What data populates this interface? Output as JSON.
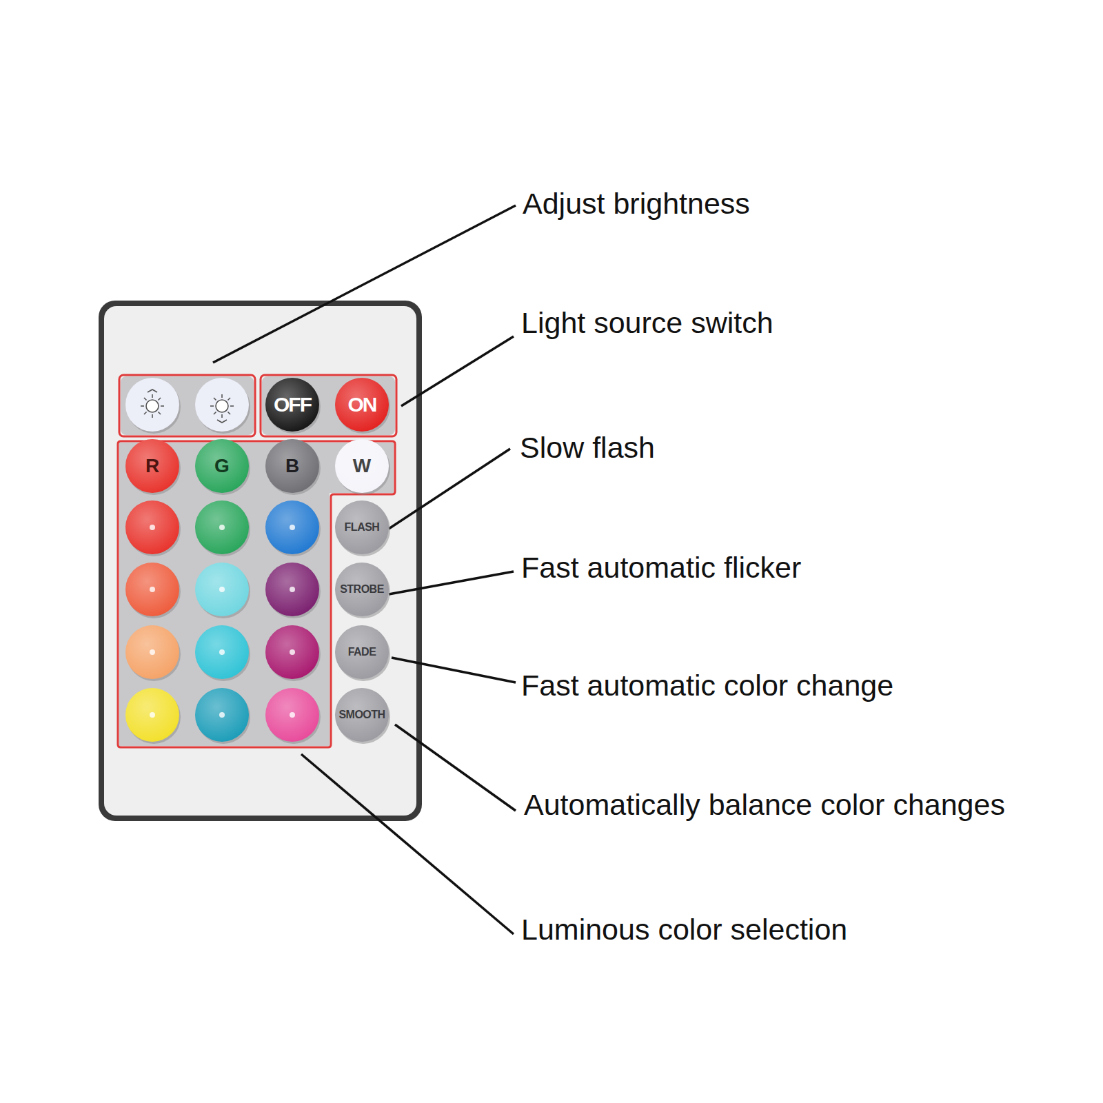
{
  "diagram": {
    "nodes": [
      {
        "text": [
          "OFF"
        ]
      },
      {
        "text": [
          "ON"
        ]
      },
      {
        "text": [
          "R"
        ]
      },
      {
        "text": [
          "G"
        ]
      },
      {
        "text": [
          "B"
        ]
      },
      {
        "text": [
          "W"
        ]
      },
      {
        "text": [
          "FLASH"
        ]
      },
      {
        "text": [
          "STROBE"
        ]
      },
      {
        "text": [
          "FADE"
        ]
      },
      {
        "text": [
          "SMOOTH"
        ]
      }
    ],
    "labels": [
      "Adjust brightness",
      "Light source switch",
      "Slow flash",
      "Fast automatic flicker",
      "Fast automatic color change",
      "Automatically balance color changes",
      "Luminous color selection"
    ]
  }
}
